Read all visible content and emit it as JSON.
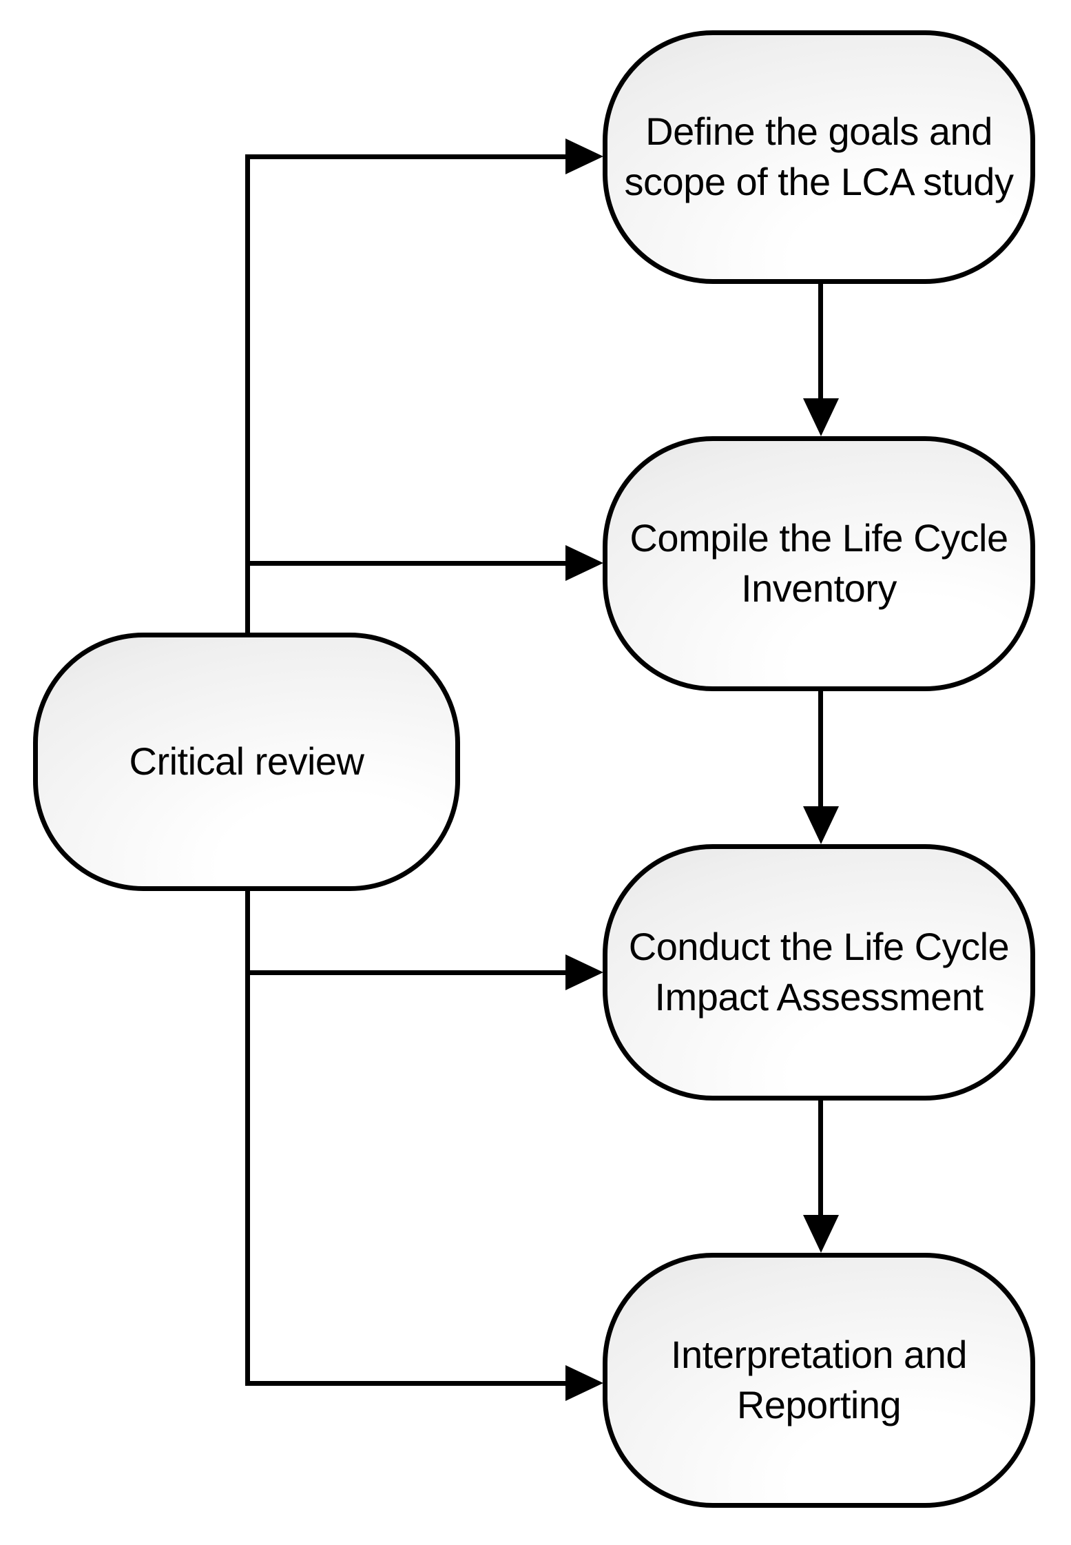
{
  "nodes": [
    {
      "id": "define-goals",
      "label": "Define the goals and\nscope of the LCA study"
    },
    {
      "id": "compile-lci",
      "label": "Compile the Life Cycle\nInventory"
    },
    {
      "id": "conduct-lcia",
      "label": "Conduct the Life Cycle\nImpact Assessment"
    },
    {
      "id": "interpretation",
      "label": "Interpretation and\nReporting"
    },
    {
      "id": "critical-review",
      "label": "Critical review"
    }
  ],
  "edges": [
    {
      "from": "critical-review",
      "to": "define-goals"
    },
    {
      "from": "critical-review",
      "to": "compile-lci"
    },
    {
      "from": "critical-review",
      "to": "conduct-lcia"
    },
    {
      "from": "critical-review",
      "to": "interpretation"
    },
    {
      "from": "define-goals",
      "to": "compile-lci"
    },
    {
      "from": "compile-lci",
      "to": "conduct-lcia"
    },
    {
      "from": "conduct-lcia",
      "to": "interpretation"
    }
  ],
  "colors": {
    "stroke": "#000000",
    "text": "#000000",
    "node_fill_top": "#e2e2e2",
    "node_fill_bottom": "#ffffff",
    "background": "#ffffff"
  }
}
